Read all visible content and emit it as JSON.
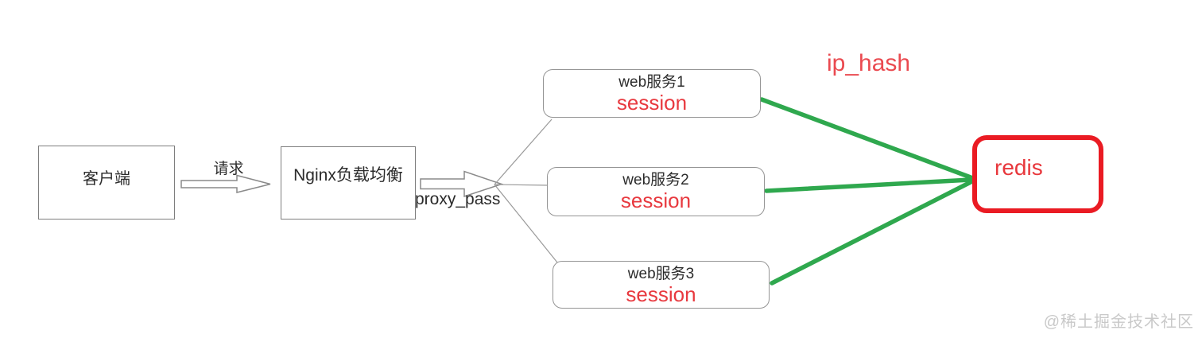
{
  "diagram": {
    "client_label": "客户端",
    "request_label": "请求",
    "nginx_label": "Nginx负载均衡",
    "proxy_pass_label": "proxy_pass",
    "web_services": [
      {
        "title": "web服务1",
        "session_label": "session"
      },
      {
        "title": "web服务2",
        "session_label": "session"
      },
      {
        "title": "web服务3",
        "session_label": "session"
      }
    ],
    "ip_hash_label": "ip_hash",
    "redis_label": "redis",
    "watermark": "@稀土掘金技术社区",
    "colors": {
      "session_red": "#e8393f",
      "ip_hash_red": "#ea4a50",
      "redis_border_red": "#ea1b23",
      "redis_text_red": "#e8373c",
      "line_green": "#2fa84e",
      "connector_gray": "#8a8a8a",
      "watermark_gray": "#c9c9c9"
    }
  }
}
